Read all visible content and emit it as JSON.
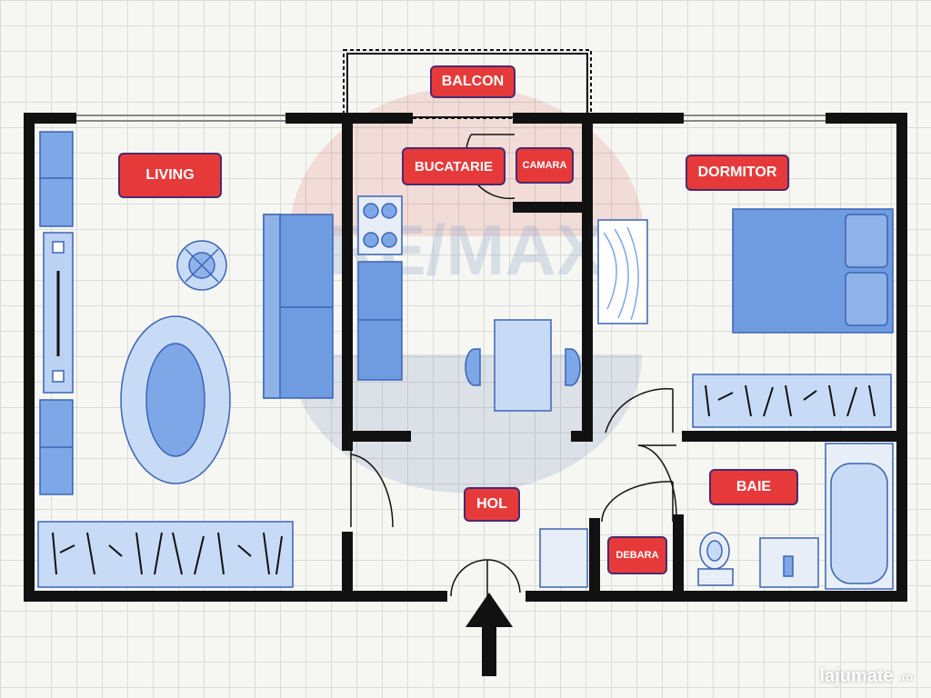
{
  "rooms": {
    "balcon": "BALCON",
    "living": "LIVING",
    "bucatarie": "BUCATARIE",
    "camara": "CAMARA",
    "dormitor": "DORMITOR",
    "hol": "HOL",
    "baie": "BAIE",
    "debara": "DEBARA"
  },
  "watermark": {
    "text": "lajumate",
    "tld": ".ro"
  },
  "background_logo": "RE/MAX",
  "colors": {
    "label_bg": "#e63a3a",
    "label_border": "#4b2a6e",
    "wall": "#111111",
    "furniture_fill": "#7da7e6",
    "furniture_stroke": "#3b64b4"
  }
}
